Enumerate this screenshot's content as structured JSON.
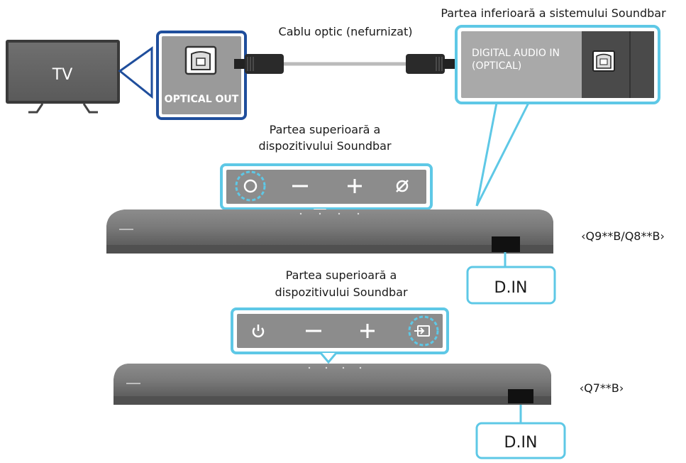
{
  "tv": {
    "label": "TV"
  },
  "tv_port": {
    "label": "OPTICAL OUT"
  },
  "cable": {
    "label": "Cablu optic (nefurnizat)"
  },
  "soundbar_bottom": {
    "title": "Partea inferioară a sistemului Soundbar",
    "port_label_line1": "DIGITAL AUDIO IN",
    "port_label_line2": "(OPTICAL)"
  },
  "top_panel_1": {
    "title_line1": "Partea superioară a",
    "title_line2": "dispozitivului Soundbar",
    "buttons": [
      "power-icon",
      "minus-icon",
      "plus-icon",
      "multi-function-icon"
    ]
  },
  "soundbar_1": {
    "model": "‹Q9**B/Q8**B›",
    "display": "D.IN"
  },
  "top_panel_2": {
    "title_line1": "Partea superioară a",
    "title_line2": "dispozitivului Soundbar",
    "buttons": [
      "power-icon",
      "minus-icon",
      "plus-icon",
      "source-icon"
    ]
  },
  "soundbar_2": {
    "model": "‹Q7**B›",
    "display": "D.IN"
  },
  "colors": {
    "accent_cyan": "#5ec8e6",
    "accent_blue": "#1f4e9c",
    "device_gray": "#8a8a8a",
    "device_dark": "#555555"
  }
}
